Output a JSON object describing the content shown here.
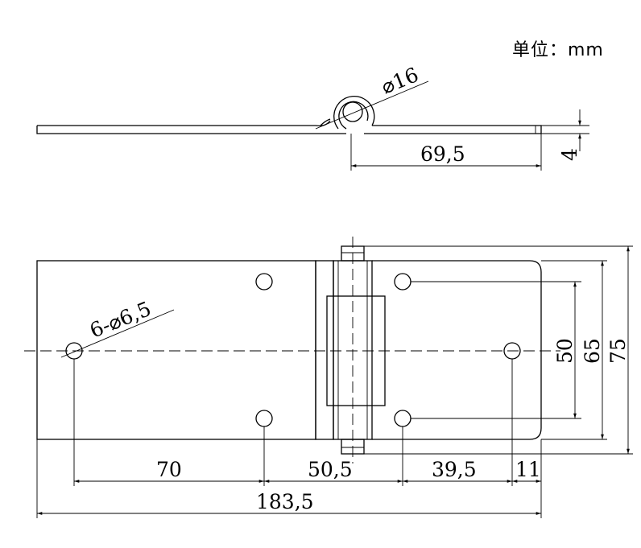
{
  "unit_label": "单位：mm",
  "dimensions": {
    "pin_diameter": "⌀16",
    "leaf_width": "69,5",
    "thickness": "4",
    "hole_spec": "6-⌀6,5",
    "dim_70": "70",
    "dim_50_5": "50,5",
    "dim_39_5": "39,5",
    "dim_11": "11",
    "total_length": "183,5",
    "hole_spacing_50": "50",
    "height_65": "65",
    "height_75": "75"
  }
}
